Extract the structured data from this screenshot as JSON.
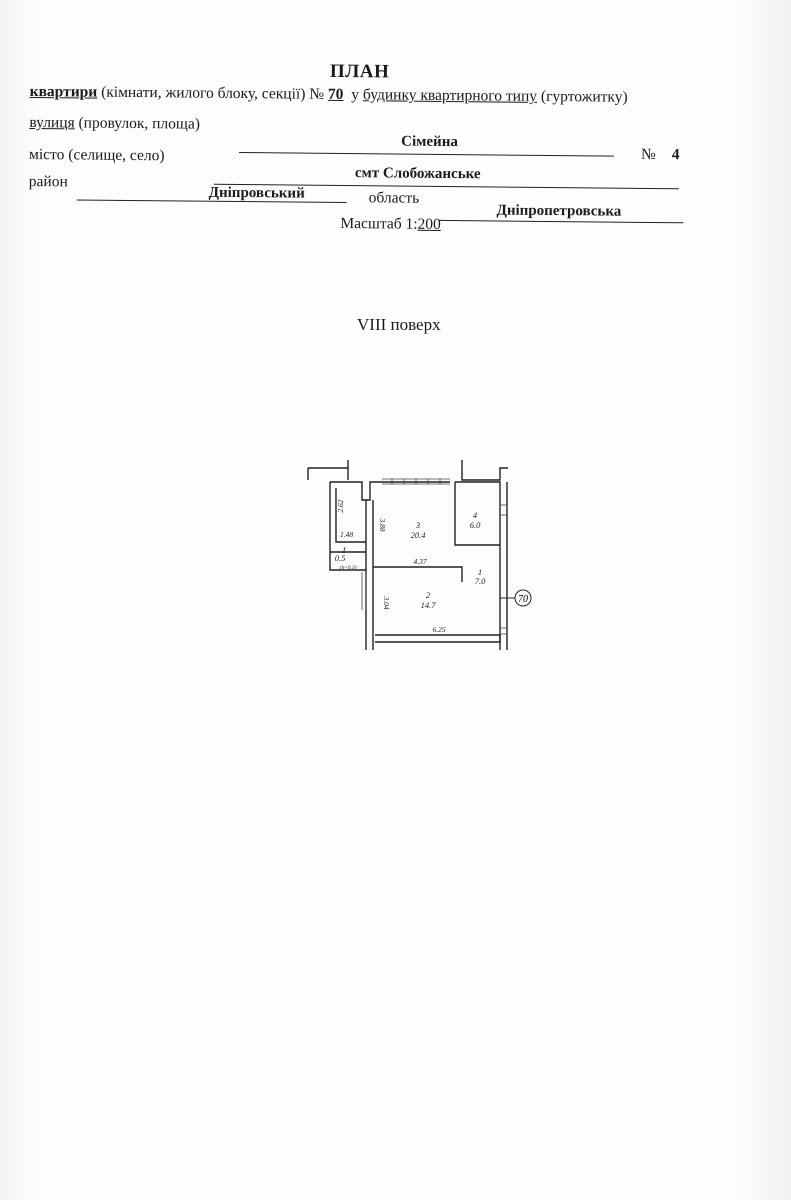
{
  "header": {
    "title": "ПЛАН",
    "apt_word": "квартири",
    "apt_rest": "(кімнати, жилого блоку, секції) №",
    "apt_number": "70",
    "house_prefix": "у",
    "house_type": "будинку квартирного типу",
    "dorm": "(гуртожитку)",
    "street_label": "вулиця",
    "street_hint": "(провулок, площа)",
    "street_value": "Сімейна",
    "no_label": "№",
    "house_number": "4",
    "city_label": "місто (селище, село)",
    "city_value": "смт Слобожанське",
    "district_label": "район",
    "district_value": "Дніпровський",
    "region_label": "область",
    "region_value": "Дніпропетровська",
    "scale_label": "Масштаб 1:",
    "scale_value": "200"
  },
  "floor_label": "VIII поверх",
  "floor_plan": {
    "marker": "70",
    "rooms": [
      {
        "num": "1",
        "area": "7.0"
      },
      {
        "num": "2",
        "area": "14.7"
      },
      {
        "num": "3",
        "area": "20.4"
      },
      {
        "num": "4",
        "area": "6.0"
      },
      {
        "num": "I",
        "area": "0.5",
        "note": "(h=0.3)"
      }
    ],
    "dimensions": [
      "2.62",
      "1.48",
      "3.88",
      "4.37",
      "3.04",
      "6.25"
    ]
  }
}
